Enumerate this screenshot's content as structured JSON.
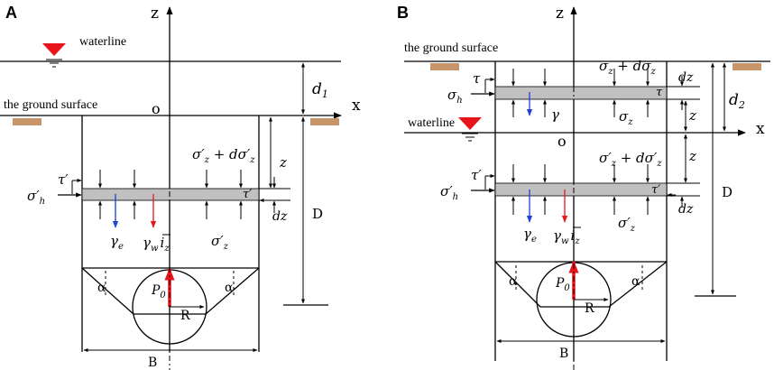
{
  "panel_a": {
    "letter": "A",
    "axis_z": "z",
    "axis_x": "x",
    "origin": "o",
    "waterline": "waterline",
    "ground_surface": "the ground surface",
    "depth_d1": "d",
    "depth_d1_sub": "1",
    "depth_D": "D",
    "z_dim": "z",
    "dz": "dz",
    "sigma_top_a": "σ′",
    "sigma_top_sub": "z",
    "sigma_top_b": " + dσ′",
    "sigma_bot_a": "σ′",
    "sigma_bot_sub": "z",
    "tau_left": "τ′",
    "tau_right": "τ′",
    "sigma_h_a": "σ′",
    "sigma_h_sub": "h",
    "gamma_e": "γ",
    "gamma_e_sub": "e",
    "gamma_w": "γ",
    "gamma_w_sub": "w",
    "i_z": "i",
    "i_z_sub": "z",
    "alpha_left": "α",
    "alpha_right": "α",
    "p0": "P",
    "p0_sub": "0",
    "radius": "R",
    "width_B": "B"
  },
  "panel_b": {
    "letter": "B",
    "axis_z": "z",
    "axis_x": "x",
    "origin": "o",
    "waterline": "waterline",
    "ground_surface": "the ground surface",
    "depth_d2": "d",
    "depth_d2_sub": "2",
    "depth_D": "D",
    "z_dim_upper": "z",
    "z_dim_lower": "z",
    "dz_upper": "dz",
    "dz_lower": "dz",
    "sigma_top_upper_a": "σ",
    "sigma_top_upper_sub": "z",
    "sigma_top_upper_b": " + dσ",
    "sigma_bot_upper": "σ",
    "sigma_bot_upper_sub": "z",
    "gamma_upper": "γ",
    "tau_upper": "τ",
    "tau_upper_right": "τ",
    "sigma_h_upper": "σ",
    "sigma_h_upper_sub": "h",
    "sigma_top_lower_a": "σ′",
    "sigma_top_lower_sub": "z",
    "sigma_top_lower_b": " + dσ′",
    "sigma_bot_lower_a": "σ′",
    "sigma_bot_lower_sub": "z",
    "tau_lower_left": "τ′",
    "tau_lower_right": "τ′",
    "sigma_h_lower_a": "σ′",
    "sigma_h_lower_sub": "h",
    "gamma_e": "γ",
    "gamma_e_sub": "e",
    "gamma_w": "γ",
    "gamma_w_sub": "w",
    "i_z": "i",
    "i_z_sub": "z",
    "alpha_left": "α",
    "alpha_right": "α",
    "p0": "P",
    "p0_sub": "0",
    "radius": "R",
    "width_B": "B"
  },
  "colors": {
    "red_arrow": "#e8141c",
    "blue_arrow": "#1f3fd6",
    "slab": "#c0c0c0",
    "soil": "#c8956a"
  }
}
